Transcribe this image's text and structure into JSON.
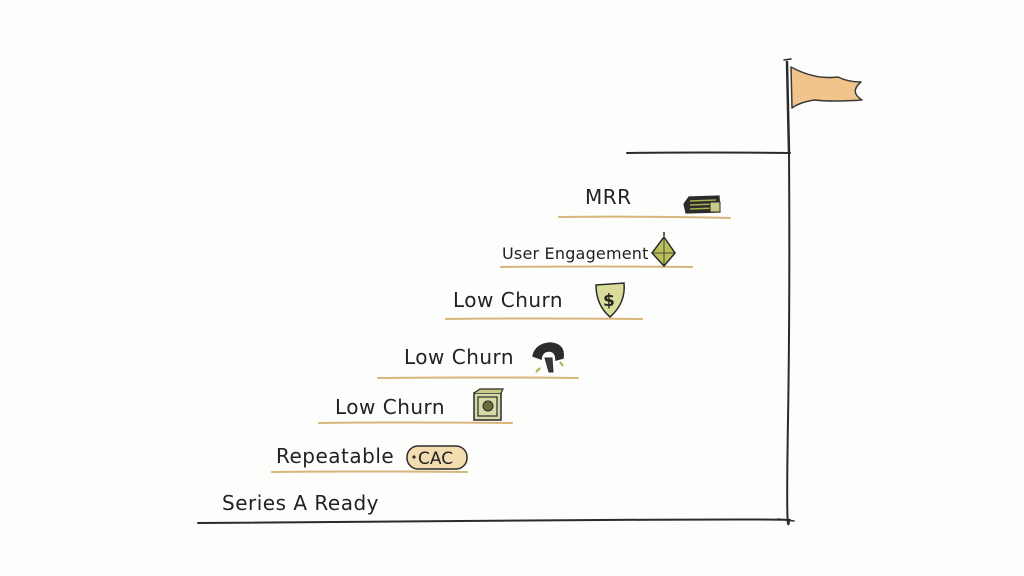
{
  "diagram": {
    "steps": [
      {
        "label": "Series A Ready",
        "icon": "none"
      },
      {
        "label": "Repeatable",
        "icon": "cac-badge",
        "badge": "CAC"
      },
      {
        "label": "Low Churn",
        "icon": "safe-icon"
      },
      {
        "label": "Low Churn",
        "icon": "magnet-icon"
      },
      {
        "label": "Low Churn",
        "icon": "dollar-shield-icon"
      },
      {
        "label": "User Engagement",
        "icon": "diamond-icon"
      },
      {
        "label": "MRR",
        "icon": "cash-stack-icon"
      }
    ],
    "goal_icon": "flag-icon",
    "colors": {
      "ink": "#2b2b2b",
      "step_underline": "#d8b57a",
      "flag": "#f0c48a",
      "icon_accent": "#a8b04a",
      "background": "#fdfdfb"
    }
  }
}
